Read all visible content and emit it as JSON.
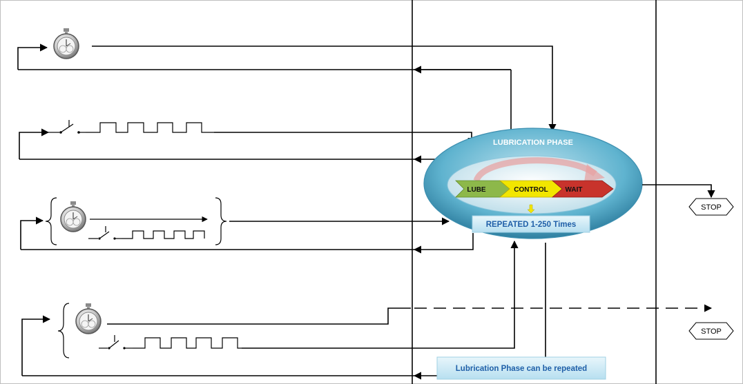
{
  "phase": {
    "title": "LUBRICATION PHASE",
    "steps": {
      "lube": "LUBE",
      "control": "CONTROL",
      "wait": "WAIT"
    },
    "repeat_label": "REPEATED 1-250 Times"
  },
  "stops": [
    "STOP",
    "STOP"
  ],
  "note": "Lubrication Phase can be repeated",
  "colors": {
    "ellipse_outer": "#5fb3cf",
    "ellipse_inner": "#d9ecf3",
    "lube": "#8db84a",
    "control": "#f2e600",
    "wait": "#c8332c",
    "label_blue": "#1f5fa8"
  },
  "icons": [
    "stopwatch-icon",
    "switch-symbol",
    "pulse-train-symbol",
    "brace-symbol"
  ]
}
